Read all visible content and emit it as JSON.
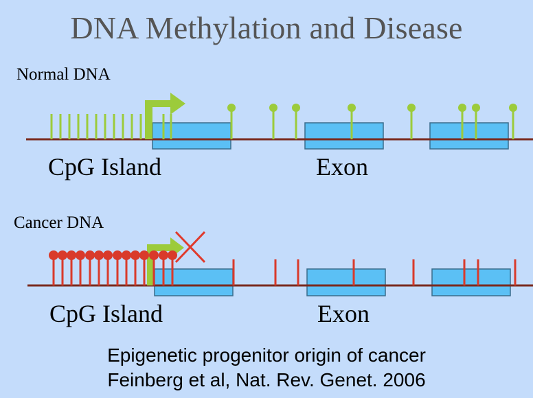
{
  "title": "DNA Methylation and Disease",
  "normal": {
    "label": "Normal DNA",
    "cpg_label": "CpG Island",
    "exon_label": "Exon"
  },
  "cancer": {
    "label": "Cancer DNA",
    "cpg_label": "CpG Island",
    "exon_label": "Exon"
  },
  "citation": {
    "line1": "Epigenetic progenitor origin of cancer",
    "line2": "Feinberg et al, Nat. Rev. Genet. 2006"
  },
  "colors": {
    "background": "#c4dcfb",
    "unmethylated": "#9ccb3b",
    "methylated": "#d93a2b",
    "exon_fill": "#5bc0f5",
    "dna_line": "#7a2a1e",
    "blocked_x": "#e03a2c"
  }
}
